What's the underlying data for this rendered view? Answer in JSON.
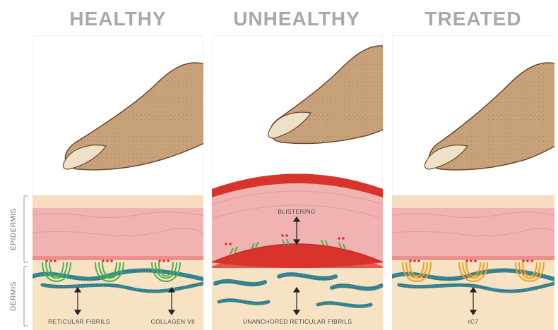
{
  "panels": [
    {
      "title": "HEALTHY"
    },
    {
      "title": "UNHEALTHY"
    },
    {
      "title": "TREATED"
    }
  ],
  "layers": {
    "epidermis": "EPIDERMIS",
    "dermis": "DERMIS"
  },
  "annotations": {
    "healthy_left": "RETICULAR FIBRILS",
    "healthy_right": "COLLAGEN VII",
    "unhealthy_top": "BLISTERING",
    "unhealthy_bottom": "UNANCHORED RETICULAR FIBRILS",
    "treated_bottom": "rC7"
  },
  "colors": {
    "title": "#a9a9a9",
    "skin_finger": "#c9a57c",
    "epidermis": "#f1b2b2",
    "dermis": "#f7e2c3",
    "blister": "#d9342b",
    "fibril": "#2f7e8a",
    "collagen_healthy": "#4caf50",
    "collagen_treated": "#f0a020"
  }
}
